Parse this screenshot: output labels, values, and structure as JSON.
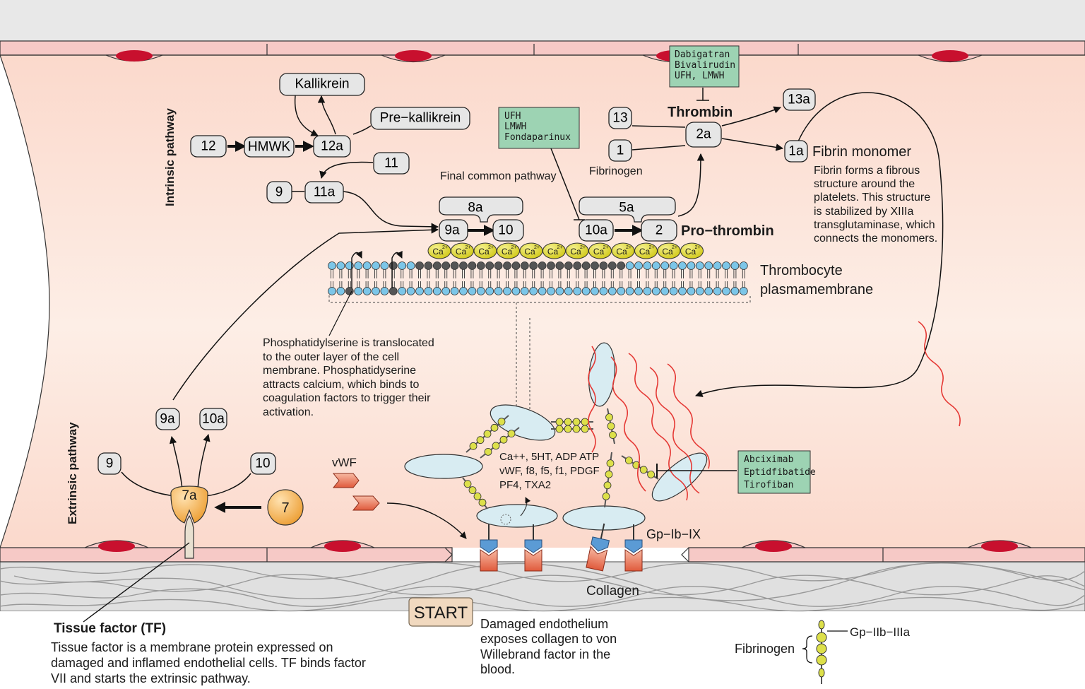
{
  "labels": {
    "intrinsic_pathway": "Intrinsic pathway",
    "extrinsic_pathway": "Extrinsic pathway",
    "final_common_pathway": "Final common pathway",
    "thrombin": "Thrombin",
    "prothrombin": "Pro−thrombin",
    "fibrinogen_1": "Fibrinogen",
    "fibrin_monomer": "Fibrin monomer",
    "fibrin_text": [
      "Fibrin forms a fibrous",
      "structure around the",
      "platelets. This structure",
      "is stabilized by XIIIa",
      "transglutaminase, which",
      "connects the monomers."
    ],
    "membrane": [
      "Thrombocyte",
      "plasmamembrane"
    ],
    "phosphatidylserine_text": [
      "Phosphatidylserine is translocated",
      "to the outer layer of the cell",
      "membrane. Phosphatidyserine",
      "attracts calcium, which binds to",
      "coagulation factors to trigger their",
      "activation."
    ],
    "granule_contents": [
      "Ca++, 5HT, ADP ATP",
      "vWF, f8, f5, f1, PDGF",
      "PF4, TXA2"
    ],
    "vwf": "vWF",
    "gp_ib_ix": "Gp−Ib−IX",
    "collagen": "Collagen",
    "start": "START",
    "damaged_text": [
      "Damaged endothelium",
      "exposes collagen to von",
      "Willebrand factor in the",
      "blood."
    ],
    "tf_title": "Tissue factor (TF)",
    "tf_text": [
      "Tissue factor is a membrane protein expressed on",
      "damaged and inflamed endothelial cells. TF binds factor",
      "VII and starts the extrinsic pathway."
    ],
    "legend_fibrinogen": "Fibrinogen",
    "legend_gp": "Gp−IIb−IIIa",
    "calcium": "Ca",
    "calcium_charge": "2+"
  },
  "nodes": {
    "kallikrein": "Kallikrein",
    "prekallikrein": "Pre−kallikrein",
    "f12": "12",
    "hmwk": "HMWK",
    "f12a": "12a",
    "f11": "11",
    "f9_intrinsic": "9",
    "f11a": "11a",
    "f8a": "8a",
    "f9a_complex": "9a",
    "f10_complex": "10",
    "f5a": "5a",
    "f10a_complex": "10a",
    "f2": "2",
    "f13": "13",
    "f1": "1",
    "f2a": "2a",
    "f13a": "13a",
    "f1a": "1a",
    "f9a_ext": "9a",
    "f10a_ext": "10a",
    "f9_ext": "9",
    "f10_ext": "10",
    "f7a": "7a",
    "f7": "7"
  },
  "drugs": {
    "thrombin_inhibitors": [
      "Dabigatran",
      "Bivalirudin",
      "UFH, LMWH"
    ],
    "xa_inhibitors": [
      "UFH",
      "LMWH",
      "Fondaparinux"
    ],
    "gp_inhibitors": [
      "Abciximab",
      "Eptidfibatide",
      "Tirofiban"
    ]
  },
  "colors": {
    "vessel_interior": "#fde4d8",
    "endothelium": "#f6c9c6",
    "nucleus": "#c8102e",
    "calcium": "#e2dc1e",
    "drug_box": "#9dd3b3",
    "factor7": "#f2a33a",
    "platelet": "#d8ecf2",
    "fibrin": "#e53935",
    "start_box": "#f1d9bf"
  }
}
